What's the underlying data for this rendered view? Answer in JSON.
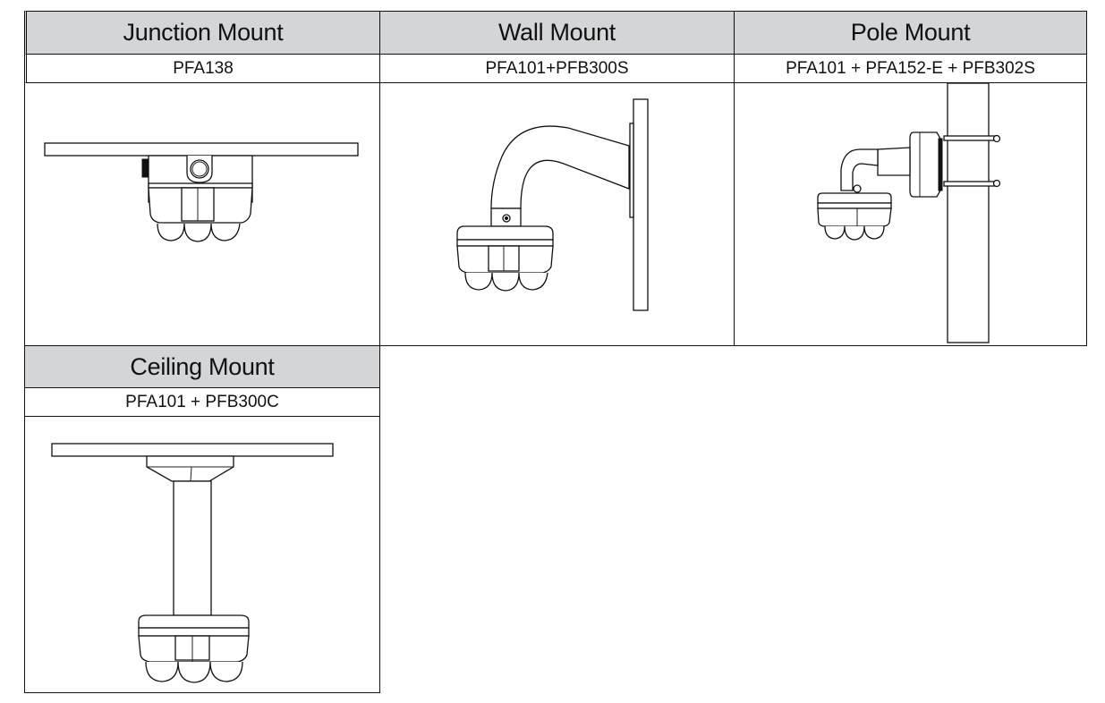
{
  "document": {
    "type": "mounting accessories table",
    "colors": {
      "header_bg": "#d4d5d7",
      "border": "#111111"
    }
  },
  "mounts": [
    {
      "title": "Junction Mount",
      "models": "PFA138",
      "illustration": "junction-mount-illustration"
    },
    {
      "title": "Wall Mount",
      "models": "PFA101+PFB300S",
      "illustration": "wall-mount-illustration"
    },
    {
      "title": "Pole Mount",
      "models": "PFA101 + PFA152-E + PFB302S",
      "illustration": "pole-mount-illustration"
    },
    {
      "title": "Ceiling Mount",
      "models": "PFA101 + PFB300C",
      "illustration": "ceiling-mount-illustration"
    }
  ]
}
